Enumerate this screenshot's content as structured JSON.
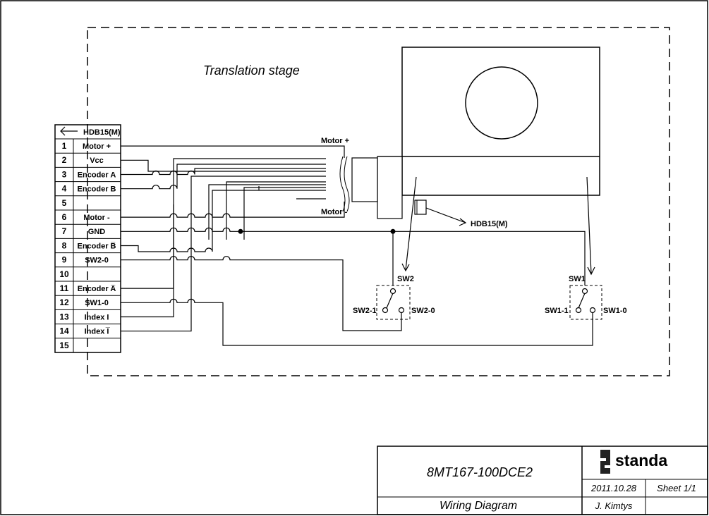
{
  "stage_label": "Translation stage",
  "connector": {
    "header": "HDB15(M)",
    "pins": [
      {
        "num": "1",
        "label": "Motor +"
      },
      {
        "num": "2",
        "label": "Vcc"
      },
      {
        "num": "3",
        "label": "Encoder A"
      },
      {
        "num": "4",
        "label": "Encoder B"
      },
      {
        "num": "5",
        "label": ""
      },
      {
        "num": "6",
        "label": "Motor -"
      },
      {
        "num": "7",
        "label": "GND"
      },
      {
        "num": "8",
        "label": "Encoder B̅"
      },
      {
        "num": "9",
        "label": "SW2-0"
      },
      {
        "num": "10",
        "label": ""
      },
      {
        "num": "11",
        "label": "Encoder A̅"
      },
      {
        "num": "12",
        "label": "SW1-0"
      },
      {
        "num": "13",
        "label": "Index I"
      },
      {
        "num": "14",
        "label": "Index I̅"
      },
      {
        "num": "15",
        "label": ""
      }
    ]
  },
  "motor": {
    "plus_label": "Motor +",
    "minus_label": "Motor -",
    "connector_label": "HDB15(M)"
  },
  "switches": {
    "sw2": {
      "name": "SW2",
      "left": "SW2-1",
      "right": "SW2-0"
    },
    "sw1": {
      "name": "SW1",
      "left": "SW1-1",
      "right": "SW1-0"
    }
  },
  "title_block": {
    "brand": "standa",
    "model": "8MT167-100DCE2",
    "doc_title": "Wiring Diagram",
    "date": "2011.10.28",
    "sheet": "Sheet 1/1",
    "author": "J. Kimtys"
  }
}
